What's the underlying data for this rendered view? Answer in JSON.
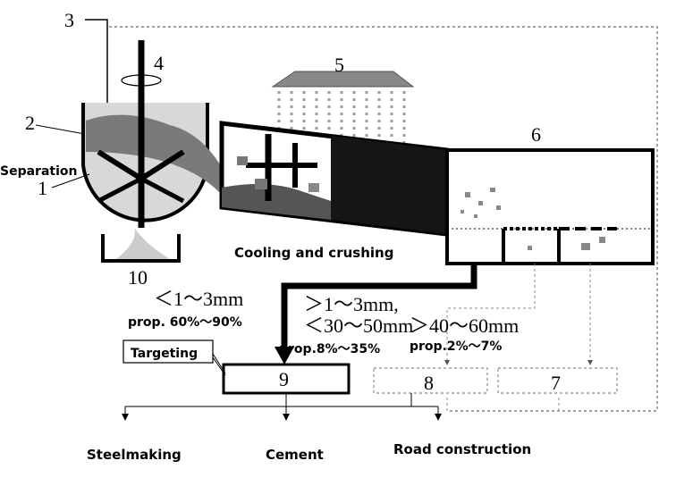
{
  "labels": {
    "n1": "1",
    "n2": "2",
    "n3": "3",
    "n4": "4",
    "n5": "5",
    "n6": "6",
    "n7": "7",
    "n8": "8",
    "n9": "9",
    "n10": "10",
    "separation": "Separation",
    "cooling": "Cooling and crushing",
    "targeting": "Targeting",
    "steelmaking": "Steelmaking",
    "cement": "Cement",
    "road": "Road construction"
  },
  "fractions": {
    "fine_size": "＜1～3mm",
    "fine_prop": "prop. 60%～90%",
    "mid_size_1": "＞1～3mm,",
    "mid_size_2": "＜30～50mm",
    "mid_prop": "prop.8%～35%",
    "coarse_size": "＞40～60mm",
    "coarse_prop": "prop.2%～7%"
  }
}
